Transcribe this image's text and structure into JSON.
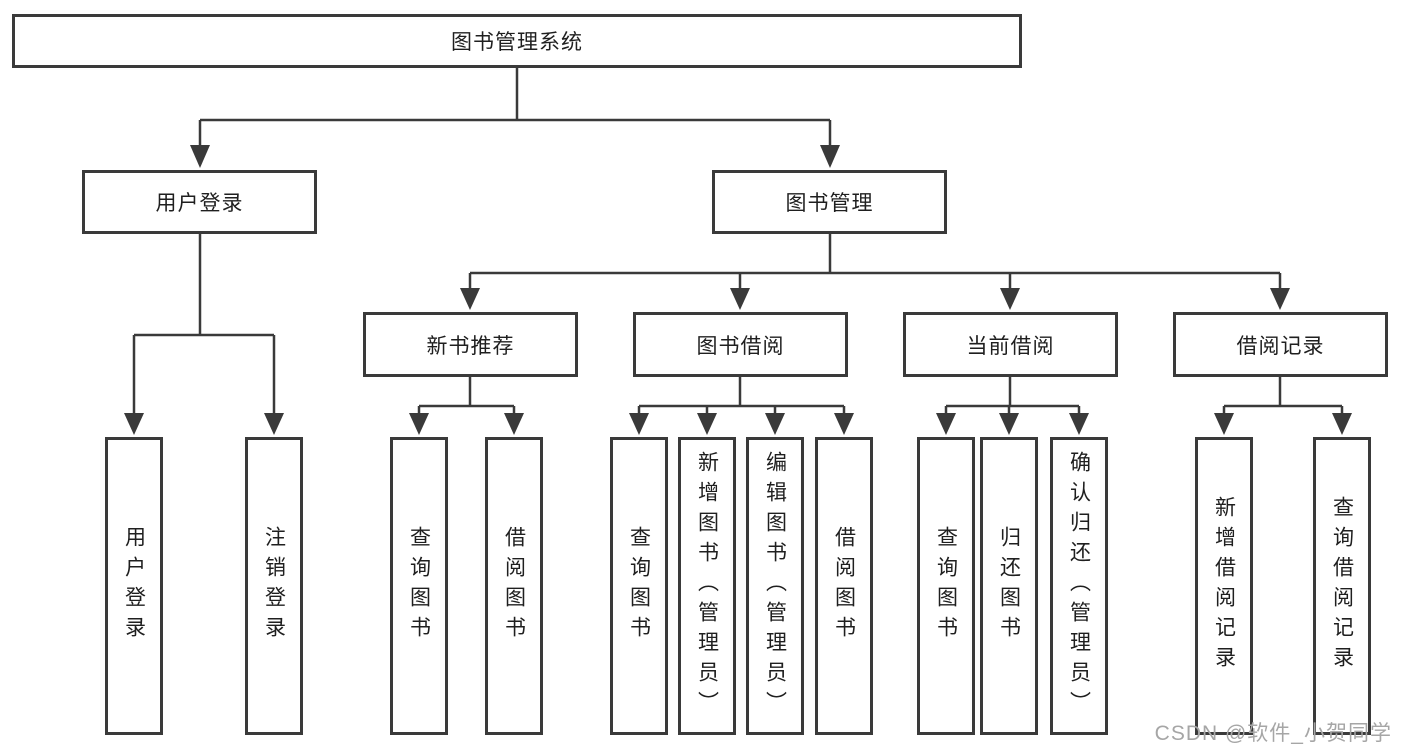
{
  "diagram": {
    "root": "图书管理系统",
    "userLogin": {
      "label": "用户登录",
      "children": [
        "用户登录",
        "注销登录"
      ]
    },
    "bookMgmt": {
      "label": "图书管理",
      "groups": [
        {
          "label": "新书推荐",
          "children": [
            "查询图书",
            "借阅图书"
          ]
        },
        {
          "label": "图书借阅",
          "children": [
            "查询图书",
            "新增图书（管理员）",
            "编辑图书（管理员）",
            "借阅图书"
          ]
        },
        {
          "label": "当前借阅",
          "children": [
            "查询图书",
            "归还图书",
            "确认归还（管理员）"
          ]
        },
        {
          "label": "借阅记录",
          "children": [
            "新增借阅记录",
            "查询借阅记录"
          ]
        }
      ]
    }
  },
  "watermark": "CSDN @软件_小贺同学",
  "colors": {
    "line": "#3a3a3a",
    "text": "#1f1f1f",
    "watermark": "#a6a6a6",
    "background": "#ffffff"
  }
}
